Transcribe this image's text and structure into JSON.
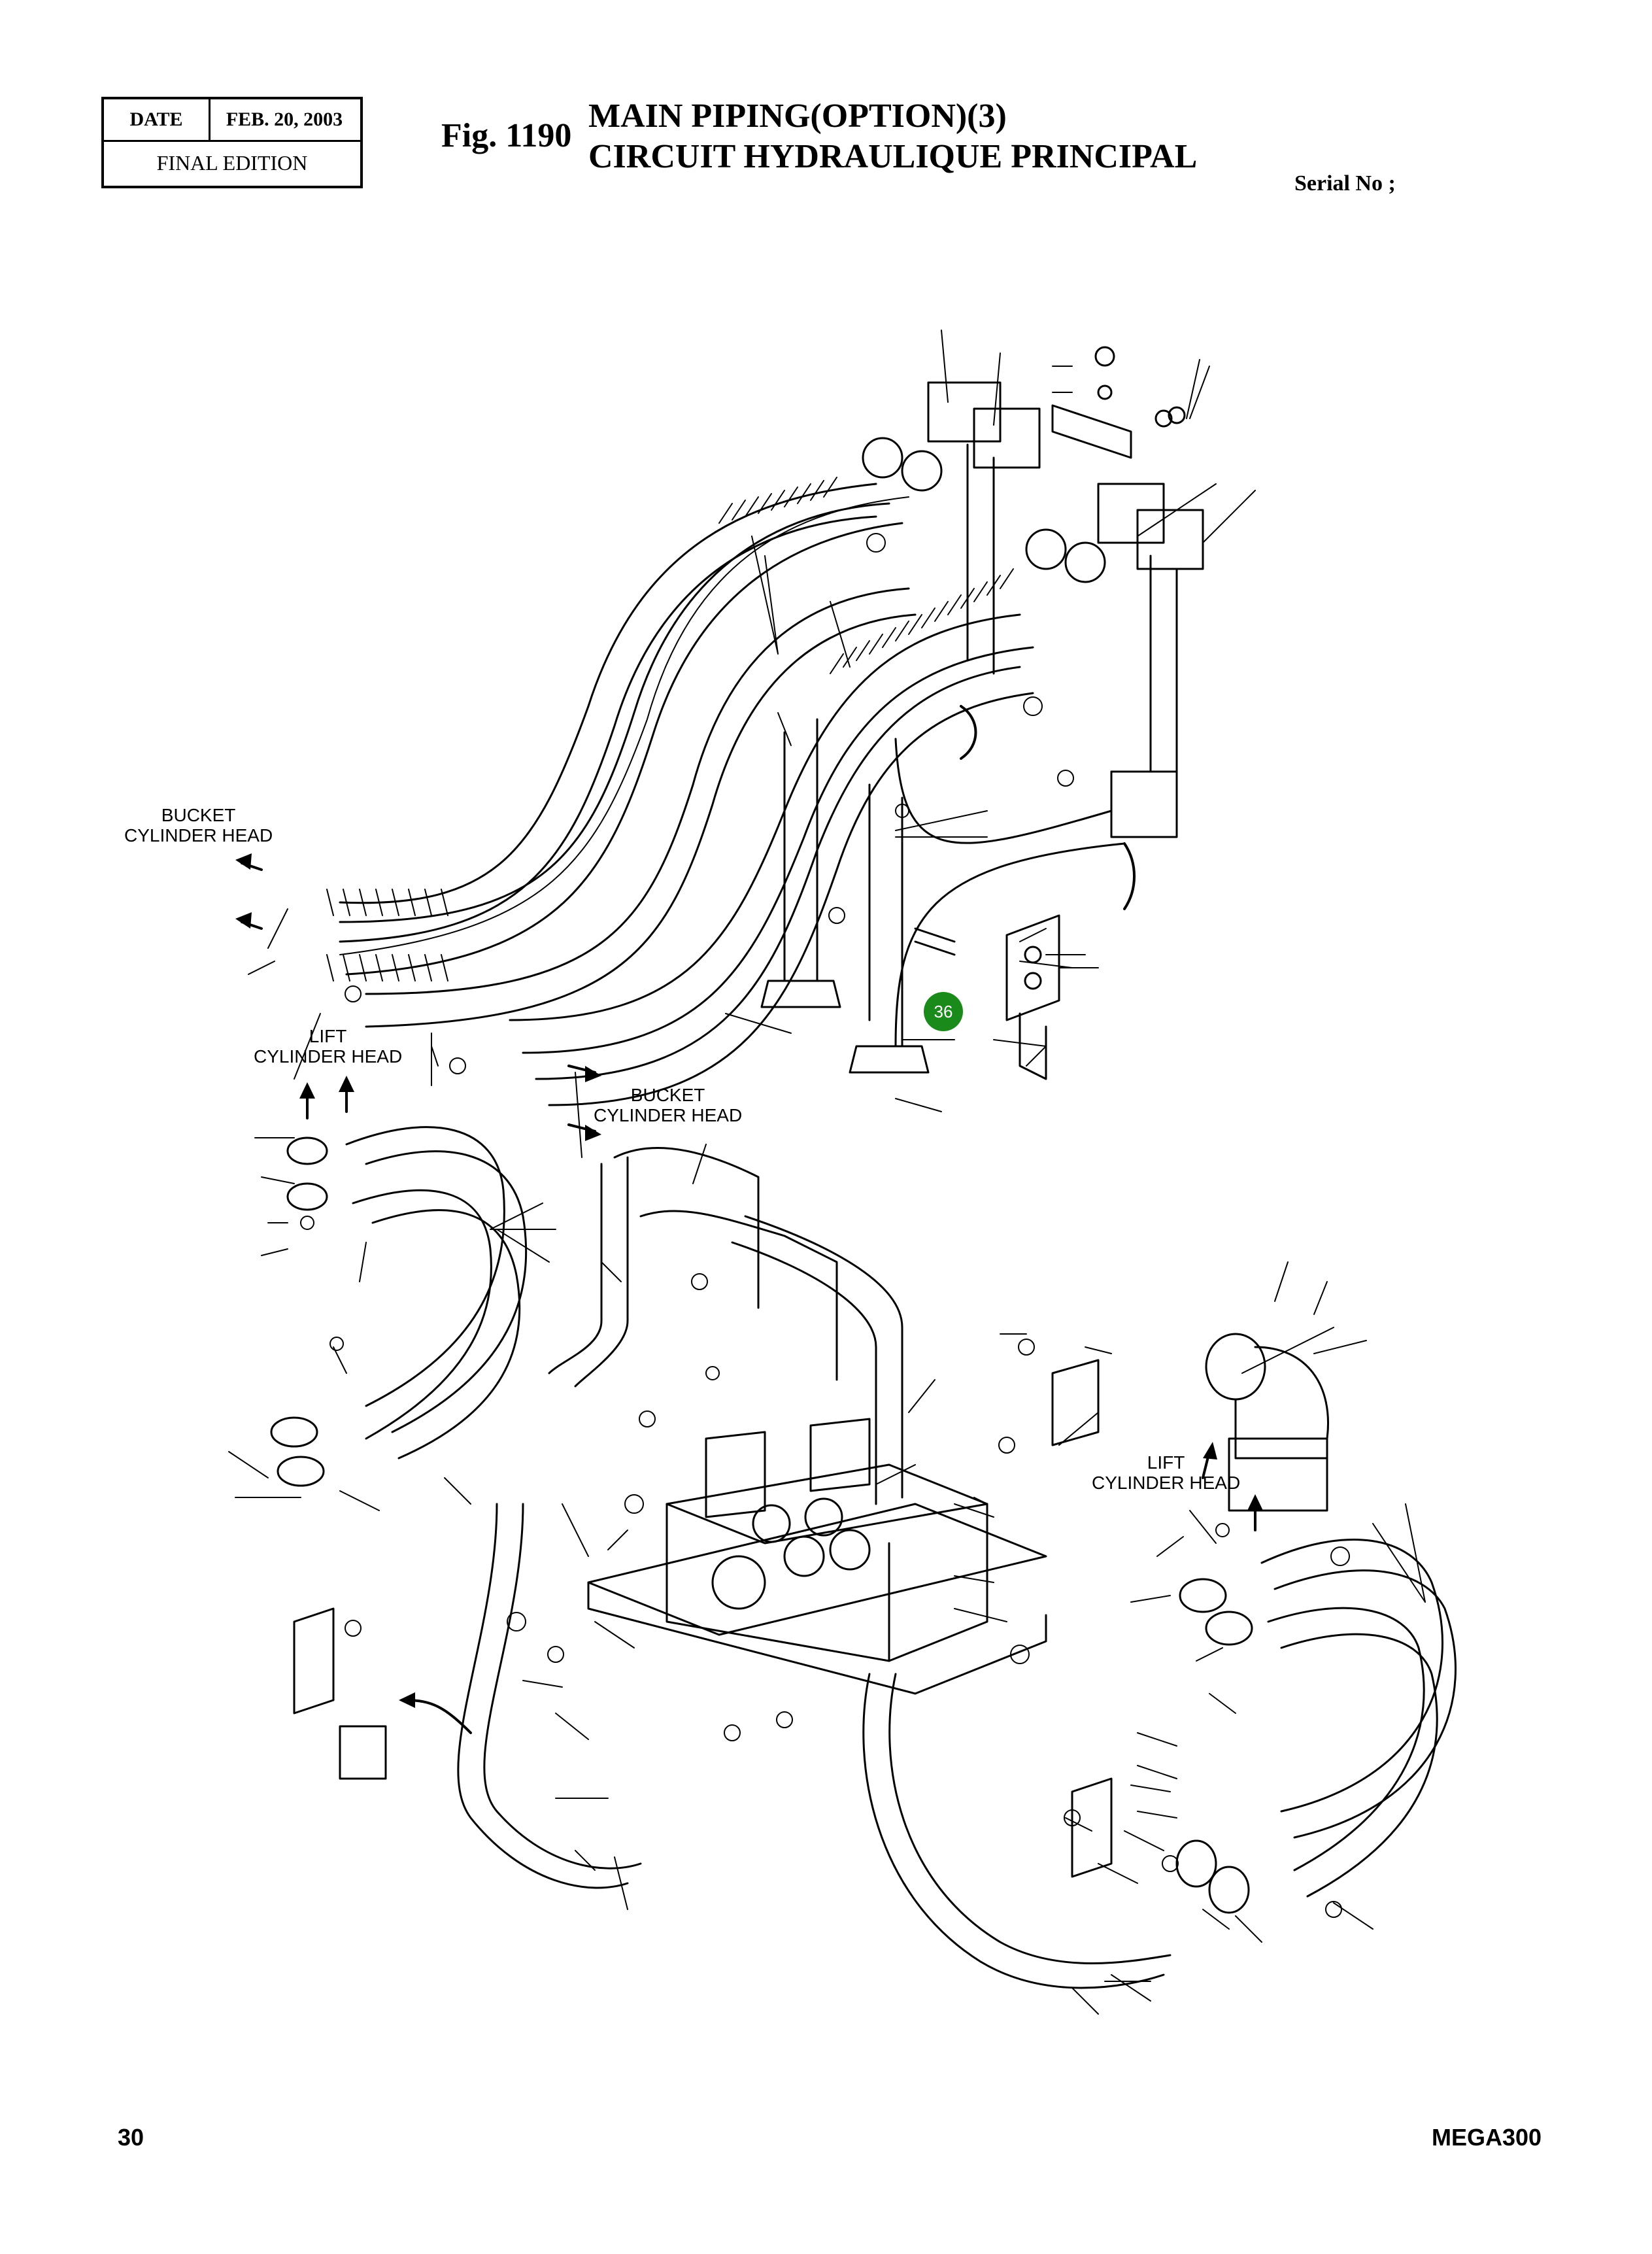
{
  "header": {
    "date_label": "DATE",
    "date_value": "FEB. 20, 2003",
    "edition": "FINAL EDITION"
  },
  "figure": {
    "number": "Fig. 1190",
    "title_en": "MAIN PIPING(OPTION)(3)",
    "title_fr": "CIRCUIT HYDRAULIQUE PRINCIPAL"
  },
  "serial": "Serial No ;",
  "labels": {
    "bucket_head_left_1": "BUCKET",
    "bucket_head_left_2": "CYLINDER HEAD",
    "lift_head_left_1": "LIFT",
    "lift_head_left_2": "CYLINDER HEAD",
    "bucket_head_center_1": "BUCKET",
    "bucket_head_center_2": "CYLINDER HEAD",
    "lift_head_right_1": "LIFT",
    "lift_head_right_2": "CYLINDER HEAD"
  },
  "callout": {
    "number": "36",
    "color": "#1a8a1a"
  },
  "footer": {
    "page": "30",
    "model": "MEGA300"
  }
}
